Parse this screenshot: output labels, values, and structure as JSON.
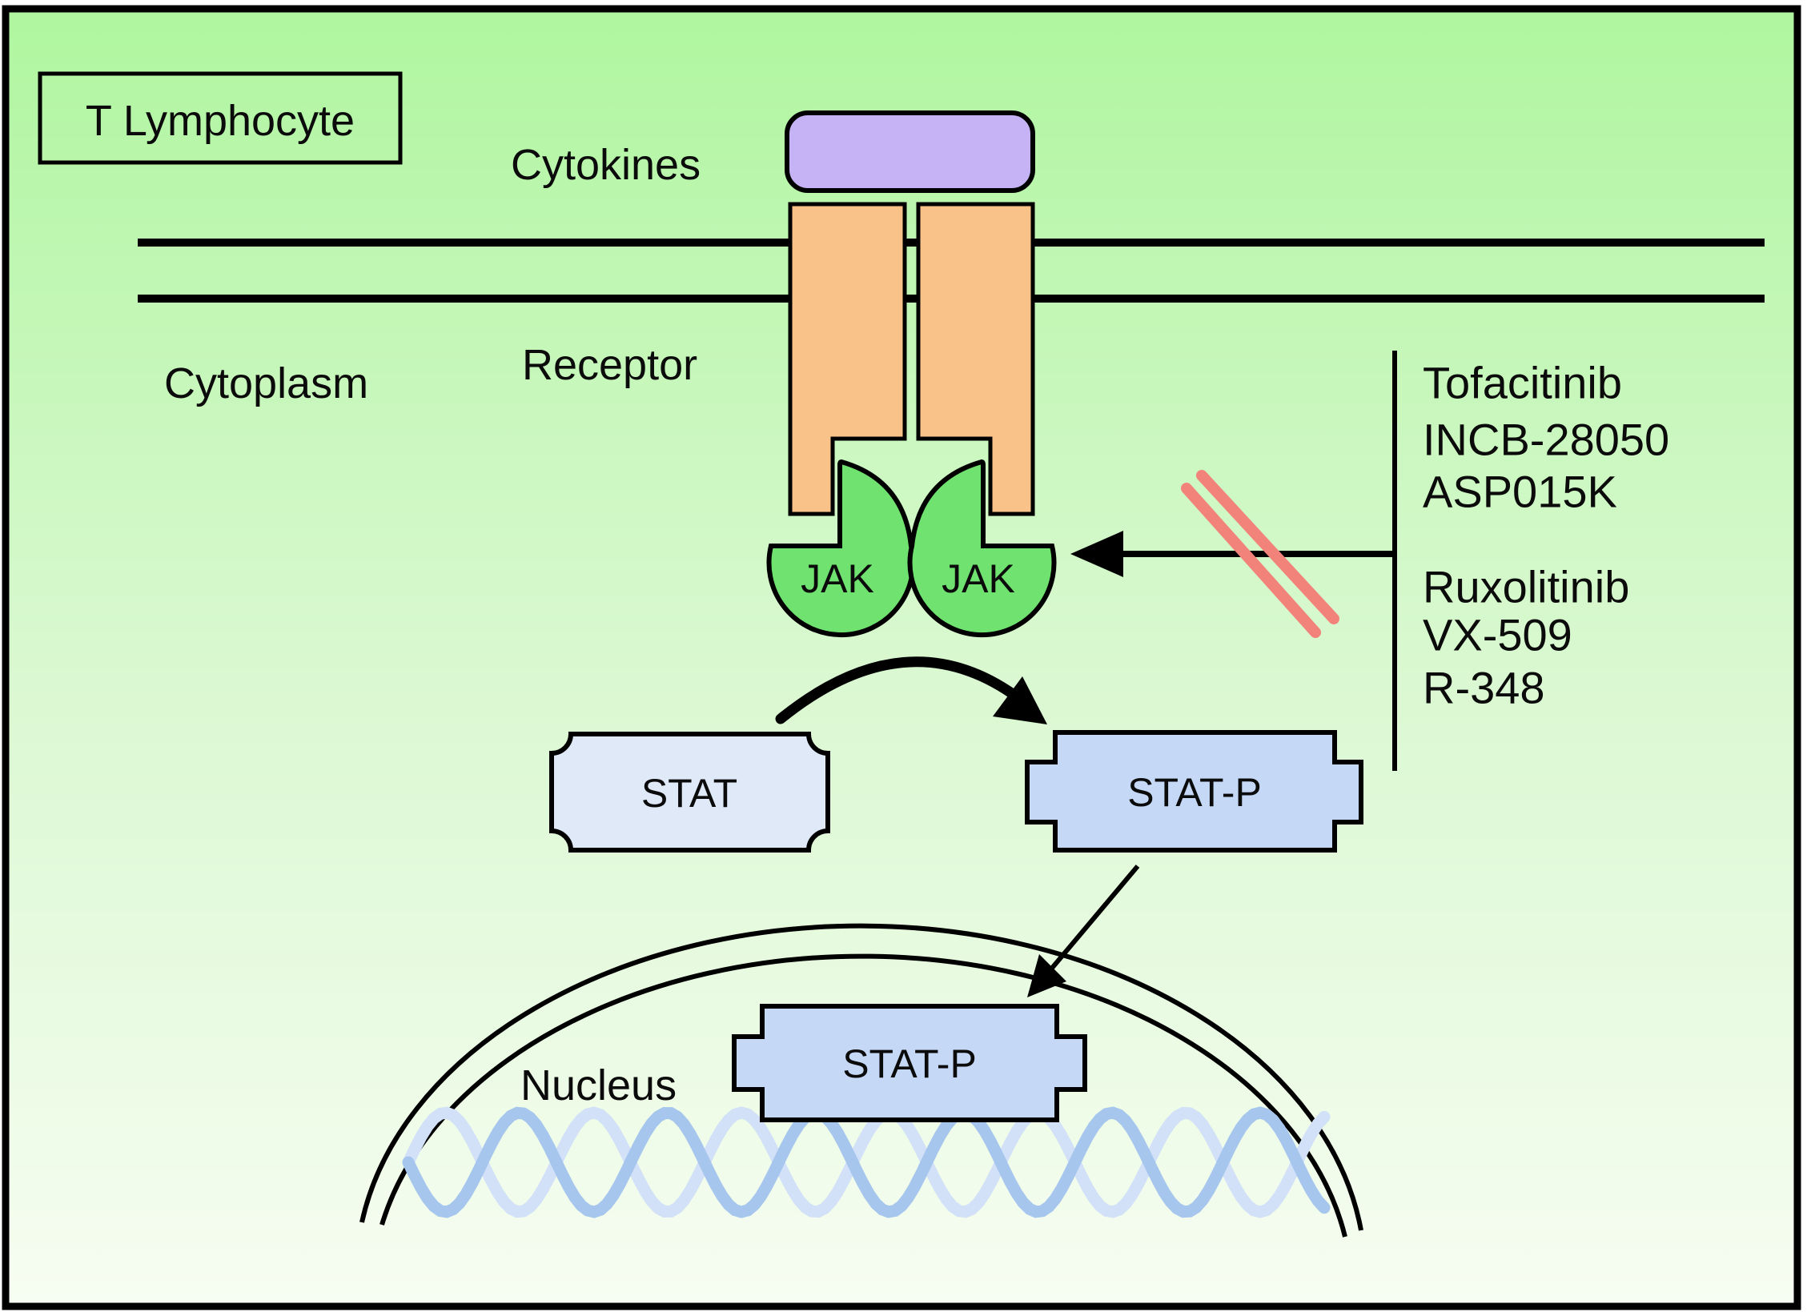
{
  "title_box": {
    "label": "T Lymphocyte"
  },
  "labels": {
    "cytokines": "Cytokines",
    "receptor": "Receptor",
    "cytoplasm": "Cytoplasm",
    "nucleus": "Nucleus"
  },
  "proteins": {
    "jak_left": "JAK",
    "jak_right": "JAK",
    "stat": "STAT",
    "stat_p": "STAT-P",
    "stat_p_nuclear": "STAT-P"
  },
  "inhibitors": {
    "group1": [
      "Tofacitinib",
      "INCB-28050",
      "ASP015K"
    ],
    "group2": [
      "Ruxolitinib",
      "VX-509",
      "R-348"
    ]
  },
  "colors": {
    "background_top": "#aff69f",
    "background_mid": "#d9f8d0",
    "background_bottom": "#f7fdf2",
    "ink": "#000000",
    "cytokine_fill": "#c5b3f5",
    "receptor_fill": "#f9c289",
    "jak_fill": "#6fe26f",
    "stat_fill": "#dfe9f8",
    "stat_p_fill": "#c5d9f6",
    "inhibit_slash": "#f2837b",
    "dna_strand_front": "#a6c6ee",
    "dna_strand_back": "#d2e1f8"
  }
}
